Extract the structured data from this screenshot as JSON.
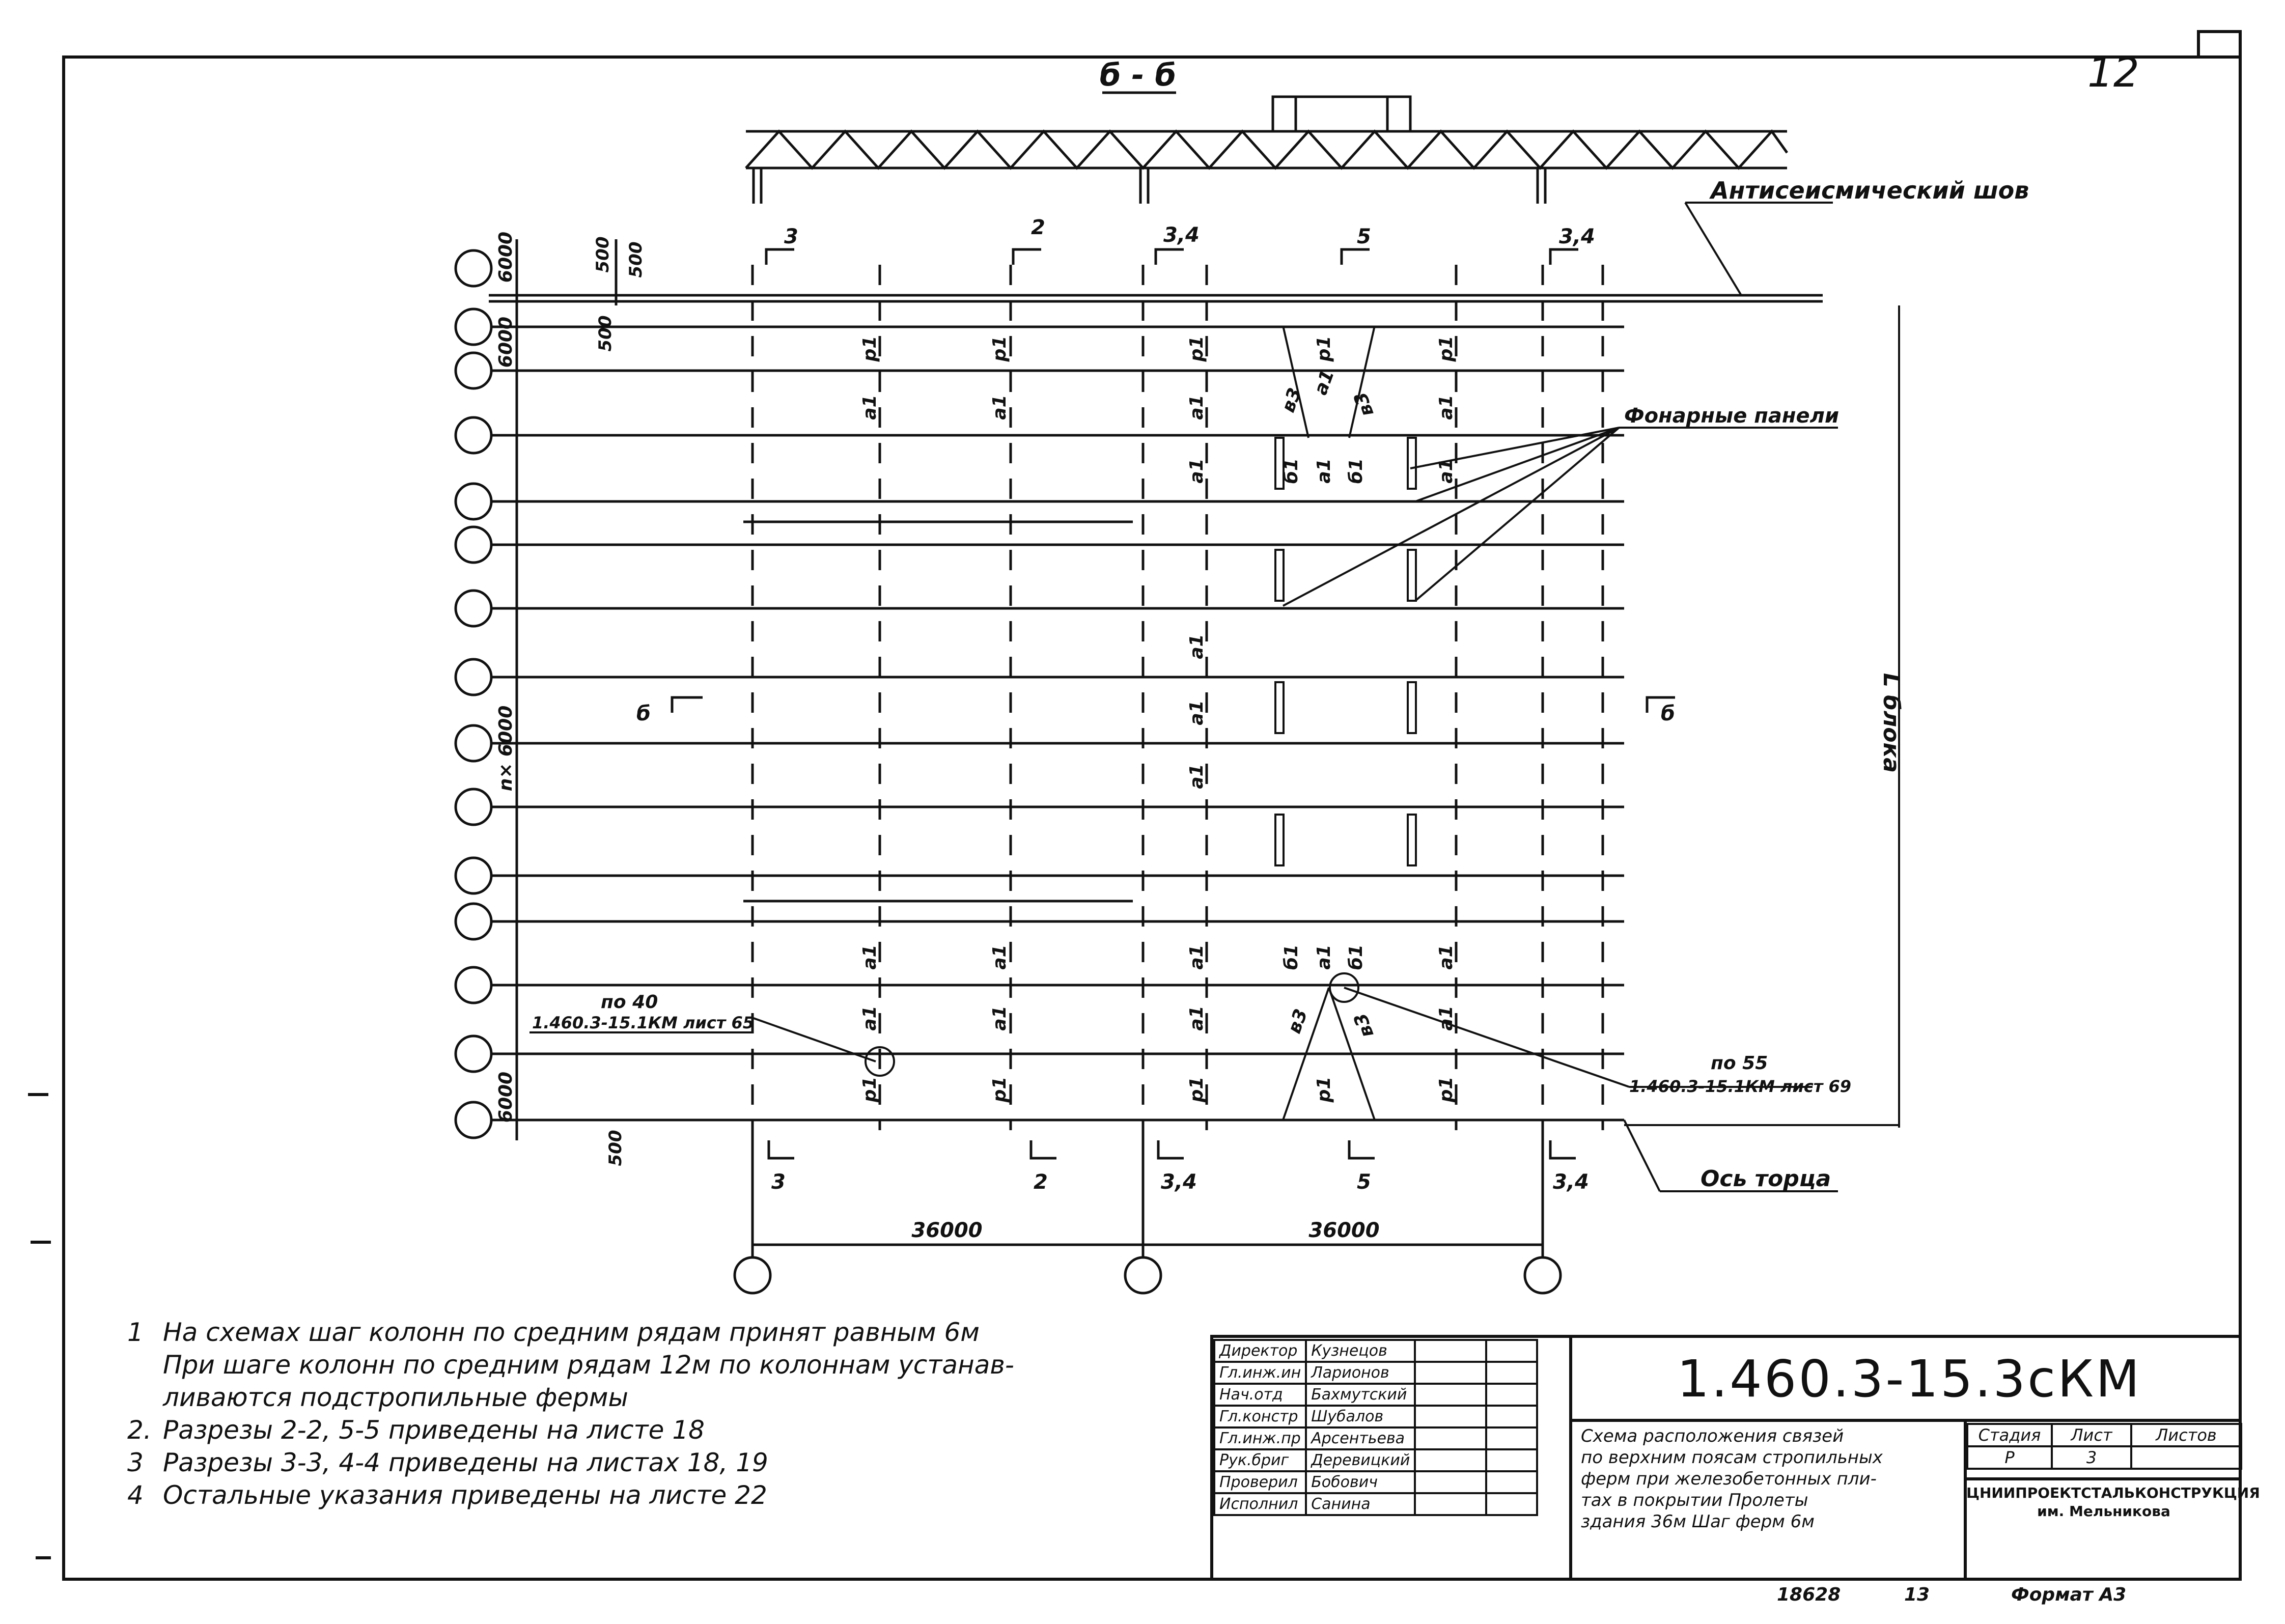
{
  "section_title": "б - б",
  "page_number_handwritten": "12",
  "labels": {
    "antiseismic_joint": "Антисеисмический шов",
    "lantern_panels": "Фонарные панели",
    "block_length": "L блока",
    "end_axis": "Ось торца",
    "span_row": "n× 6000"
  },
  "dimensions": {
    "left_top_1": "6000",
    "left_top_2": "6000",
    "left_bottom": "6000",
    "offset_500_a": "500",
    "offset_500_b": "500",
    "offset_500_c": "500",
    "offset_500_d": "500",
    "span_1": "36000",
    "span_2": "36000"
  },
  "section_markers_top": [
    "3",
    "2",
    "3,4",
    "5",
    "3,4"
  ],
  "section_markers_bottom": [
    "3",
    "2",
    "3,4",
    "5",
    "3,4"
  ],
  "cut_marker": "б",
  "member_labels": {
    "p1": "р1",
    "a1": "а1",
    "b1": "б1",
    "v3": "в3"
  },
  "node_callouts": {
    "left_node_ref": "по 40",
    "left_node_sheet": "1.460.3-15.1КМ лист 65",
    "right_node_ref": "по 55",
    "right_node_sheet": "1.460.3-15.1КМ лист 69"
  },
  "notes": [
    {
      "num": "1",
      "text": "На схемах шаг колонн по средним рядам принят равным 6м\nПри шаге колонн по средним рядам 12м по колоннам устанав-\nливаются подстропильные фермы"
    },
    {
      "num": "2.",
      "text": "Разрезы 2-2, 5-5 приведены   на листе 18"
    },
    {
      "num": "3",
      "text": "Разрезы 3-3, 4-4 приведены на листах 18, 19"
    },
    {
      "num": "4",
      "text": "Остальные указания приведены на листе 22"
    }
  ],
  "title_block": {
    "signatures": [
      {
        "role": "Директор",
        "name": "Кузнецов"
      },
      {
        "role": "Гл.инж.ин",
        "name": "Ларионов"
      },
      {
        "role": "Нач.отд",
        "name": "Бахмутский"
      },
      {
        "role": "Гл.констр",
        "name": "Шубалов"
      },
      {
        "role": "Гл.инж.пр",
        "name": "Арсентьева"
      },
      {
        "role": "Рук.бриг",
        "name": "Деревицкий"
      },
      {
        "role": "Проверил",
        "name": "Бобович"
      },
      {
        "role": "Исполнил",
        "name": "Санина"
      }
    ],
    "code": "1.460.3-15.3сКМ",
    "sheet_title": "Схема расположения связей\nпо верхним поясам стропильных\nферм при железобетонных пли-\nтах в покрытии Пролеты\nздания 36м Шаг ферм 6м",
    "stage_header": "Стадия",
    "sheet_header": "Лист",
    "sheets_header": "Листов",
    "stage_value": "Р",
    "sheet_value": "3",
    "sheets_value": "",
    "organization": "ЦНИИПРОЕКТСТАЛЬКОНСТРУКЦИЯ\nим. Мельникова",
    "archive_no": "18628",
    "archive_sheet": "13",
    "format": "Формат А3"
  }
}
